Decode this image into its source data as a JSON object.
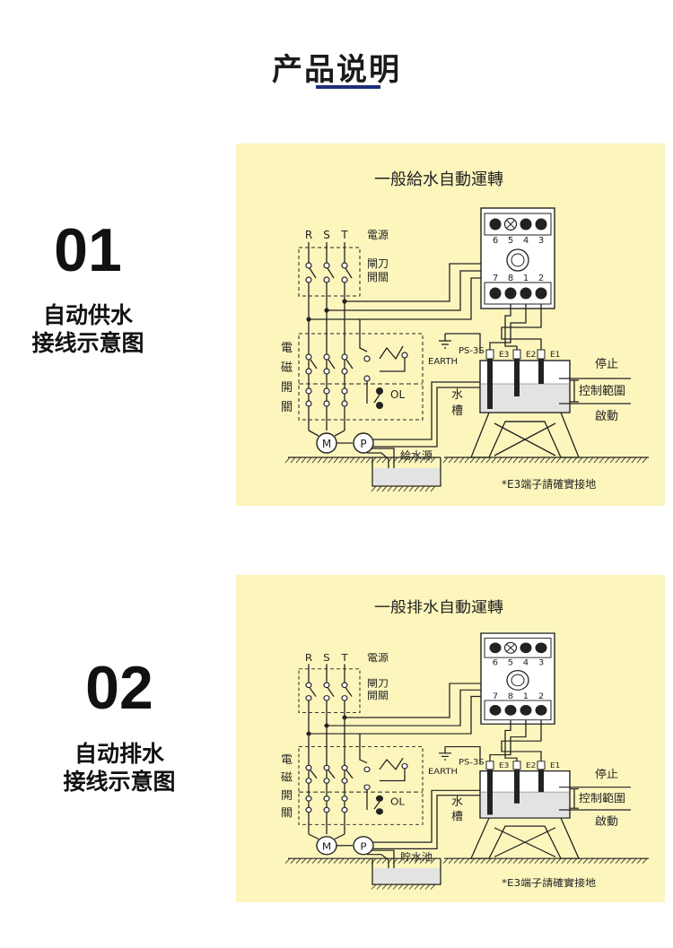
{
  "page": {
    "title": "产品说明"
  },
  "sections": [
    {
      "number": "01",
      "label_line1": "自动供水",
      "label_line2": "接线示意图",
      "diagram": {
        "title": "一般給水自動運轉",
        "relay_top_terminals": [
          "6",
          "5",
          "4",
          "3"
        ],
        "relay_bottom_terminals": [
          "7",
          "8",
          "1",
          "2"
        ],
        "phases": [
          "R",
          "S",
          "T"
        ],
        "power_label": "電源",
        "switch_label_line1": "閘刀",
        "switch_label_line2": "開關",
        "contactor_chars": [
          "電",
          "磁",
          "開",
          "關"
        ],
        "overload_label": "OL",
        "earth_label": "EARTH",
        "ps_label": "PS-3S",
        "electrodes": [
          "E3",
          "E2",
          "E1"
        ],
        "tank_chars": [
          "水",
          "槽"
        ],
        "stop_label": "停止",
        "range_label": "控制範圍",
        "start_label": "啟動",
        "motor_label": "M",
        "pump_label": "P",
        "source_label": "給水源",
        "note": "*E3端子請確實接地"
      }
    },
    {
      "number": "02",
      "label_line1": "自动排水",
      "label_line2": "接线示意图",
      "diagram": {
        "title": "一般排水自動運轉",
        "relay_top_terminals": [
          "6",
          "5",
          "4",
          "3"
        ],
        "relay_bottom_terminals": [
          "7",
          "8",
          "1",
          "2"
        ],
        "phases": [
          "R",
          "S",
          "T"
        ],
        "power_label": "電源",
        "switch_label_line1": "閘刀",
        "switch_label_line2": "開關",
        "contactor_chars": [
          "電",
          "磁",
          "開",
          "關"
        ],
        "overload_label": "OL",
        "earth_label": "EARTH",
        "ps_label": "PS-3S",
        "electrodes": [
          "E3",
          "E2",
          "E1"
        ],
        "tank_chars": [
          "水",
          "槽"
        ],
        "stop_label": "停止",
        "range_label": "控制範圍",
        "start_label": "啟動",
        "motor_label": "M",
        "pump_label": "P",
        "source_label": "貯水池",
        "note": "*E3端子請確實接地"
      }
    }
  ]
}
